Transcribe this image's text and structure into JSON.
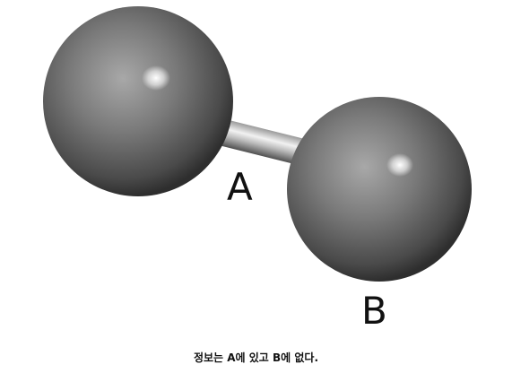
{
  "diagram": {
    "atoms": [
      {
        "id": "A",
        "label": "A"
      },
      {
        "id": "B",
        "label": "B"
      }
    ],
    "bond": {
      "from": "A",
      "to": "B"
    },
    "colors": {
      "atom_light": "#9a9a9a",
      "atom_mid": "#6b6b6b",
      "atom_dark": "#2e2e2e",
      "bond_light": "#f0f0f0",
      "bond_dark": "#555555",
      "background": "#ffffff"
    }
  },
  "caption": "정보는 A에 있고 B에 없다."
}
